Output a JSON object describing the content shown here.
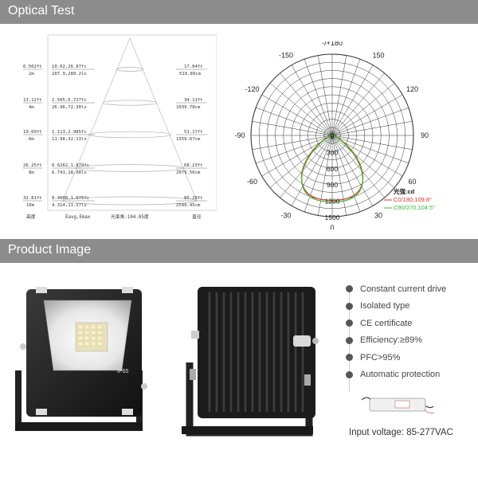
{
  "sections": {
    "optical_title": "Optical Test",
    "product_title": "Product Image"
  },
  "cone_diagram": {
    "rows": [
      {
        "height_ft": "6.562ft",
        "height_m": "2m",
        "fc": "10.02,26.87fc",
        "lx": "107.9,289.2lx",
        "diam_ft": "17.04ft",
        "diam_cm": "519.89cm"
      },
      {
        "height_ft": "13.12ft",
        "height_m": "4m",
        "fc": "2.505,6.717fc",
        "lx": "26.96,72.30lx",
        "diam_ft": "34.11ft",
        "diam_cm": "1039.78cm"
      },
      {
        "height_ft": "19.69ft",
        "height_m": "6m",
        "fc": "1.113,2.985fc",
        "lx": "11.98,32.13lx",
        "diam_ft": "51.17ft",
        "diam_cm": "1559.67cm"
      },
      {
        "height_ft": "26.25ft",
        "height_m": "8m",
        "fc": "0.6262,1.679fc",
        "lx": "6.741,18.08lx",
        "diam_ft": "68.23ft",
        "diam_cm": "2079.56cm"
      },
      {
        "height_ft": "32.81ft",
        "height_m": "10m",
        "fc": "0.4008,1.075fc",
        "lx": "4.314,11.57lx",
        "diam_ft": "85.28ft",
        "diam_cm": "2599.45cm"
      }
    ],
    "footer": {
      "height_label": "高度",
      "eavg_label": "Eavg,Emax",
      "beam_angle": "光束角:104.85度",
      "diameter_label": "直径"
    }
  },
  "polar_chart": {
    "angle_labels": [
      "-/+180",
      "150",
      "120",
      "90",
      "60",
      "30",
      "0",
      "-30",
      "-60",
      "-90",
      "-120",
      "-150"
    ],
    "radial_labels": [
      "0",
      "300",
      "600",
      "900",
      "1200",
      "1500"
    ],
    "unit_label": "光强:cd",
    "legend": [
      {
        "label": "C0/180,109.8°",
        "color": "#e03030"
      },
      {
        "label": "C90/270,104.5°",
        "color": "#30c030"
      }
    ]
  },
  "product": {
    "front_badge": "IP65",
    "features": [
      "Constant current drive",
      "Isolated type",
      "CE certificate",
      "Efficiency:≥89%",
      "PFC>95%",
      "Automatic protection"
    ],
    "input_voltage": "Input voltage: 85-277VAC"
  }
}
